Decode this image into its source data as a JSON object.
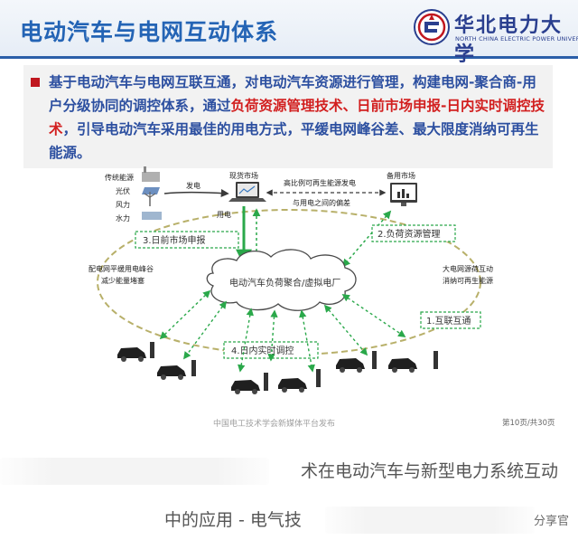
{
  "slide": {
    "title": "电动汽车与电网互动体系",
    "university_name": "华北电力大学",
    "university_en": "NORTH CHINA ELECTRIC POWER UNIVERSITY",
    "intro": {
      "p1": "基于电动汽车与电网互联互通，对电动汽车资源进行管理，构建电网-聚合商-用户分级协同的调控体系，通过",
      "highlight": "负荷资源管理技术、日前市场申报-日内实时调控技术",
      "p2": "，引导电动汽车采用最佳的用电方式，平缓电网峰谷差、最大限度消纳可再生能源。"
    },
    "footer_source": "中国电工技术学会新媒体平台发布",
    "page_number": "第10页/共30页"
  },
  "diagram": {
    "sources": [
      "传统能源",
      "光伏",
      "风力",
      "水力"
    ],
    "gen_label": "发电",
    "spot_market": "现货市场",
    "backup_market": "备用市场",
    "bias_line1": "高比例可再生能源发电",
    "bias_line2": "与用电之间的偏差",
    "use_label": "用电",
    "center": "电动汽车负荷聚合/虚拟电厂",
    "left_note_line1": "配电网平缓用电峰谷",
    "left_note_line2": "减少能量堵塞",
    "right_note_line1": "大电网源荷互动",
    "right_note_line2": "消纳可再生能源",
    "step1": "1.互联互通",
    "step2": "2.负荷资源管理",
    "step3": "3.日前市场申报",
    "step4": "4.日内实时调控"
  },
  "caption": {
    "line1": "术在电动汽车与新型电力系统互动",
    "line2": "中的应用 - 电气技",
    "watermark": "分享官"
  },
  "colors": {
    "title_blue": "#2464b5",
    "text_blue": "#2c4fa0",
    "highlight_red": "#d21f1f",
    "arrow_green": "#2aa84a",
    "ellipse_olive": "#b8b06a"
  }
}
